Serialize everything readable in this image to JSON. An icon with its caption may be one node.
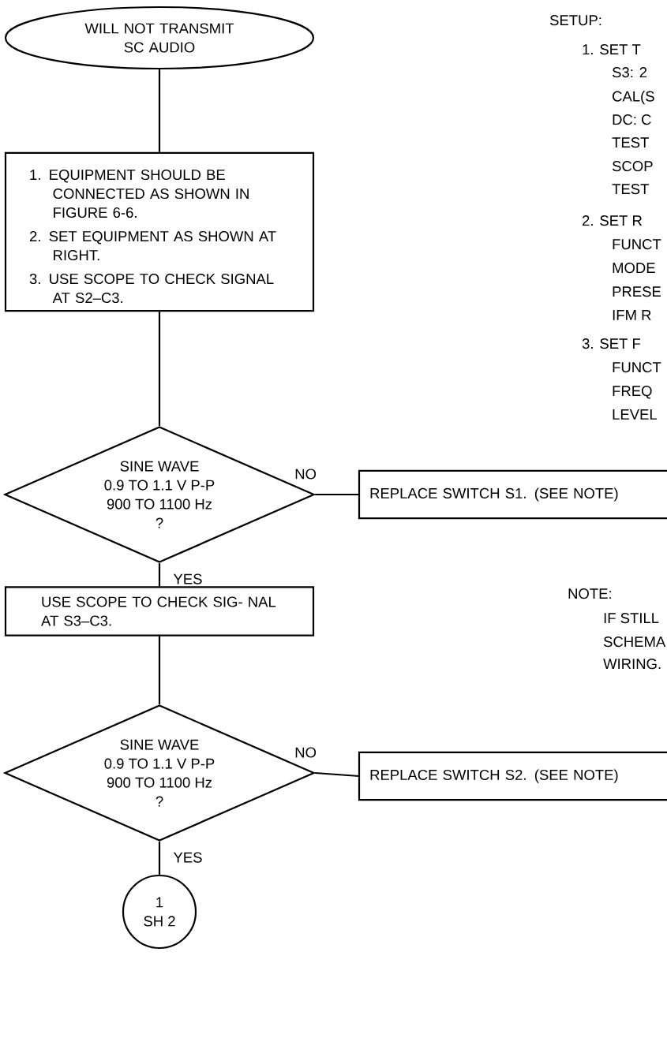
{
  "diagram": {
    "nodes": [
      {
        "text": [
          "WILL NOT TRANSMIT SC AUDIO"
        ]
      },
      {
        "text": [
          "1. EQUIPMENT SHOULD BE CONNECTED AS SHOWN IN FIGURE 6-6.",
          "2. SET EQUIPMENT AS SHOWN AT RIGHT.",
          "3. USE SCOPE TO CHECK SIGNAL AT S2–C3."
        ]
      },
      {
        "text": [
          "SINE WAVE",
          "0.9 TO 1.1 V P-P",
          "900 TO 1100 Hz",
          "?"
        ]
      },
      {
        "text": [
          "REPLACE SWITCH S1. (SEE NOTE)"
        ]
      },
      {
        "text": [
          "USE SCOPE TO CHECK SIG- NAL AT S3–C3."
        ]
      },
      {
        "text": [
          "SINE WAVE",
          "0.9 TO 1.1 V P-P",
          "900 TO 1100 Hz",
          "?"
        ]
      },
      {
        "text": [
          "REPLACE SWITCH S2. (SEE NOTE)"
        ]
      },
      {
        "text": [
          "1",
          "SH 2"
        ]
      }
    ],
    "edges": [
      {
        "from": 0,
        "to": 1,
        "arrow": "none"
      },
      {
        "from": 1,
        "to": 2,
        "arrow": "none"
      },
      {
        "from": 2,
        "to": 3,
        "arrow": "none",
        "label": "NO"
      },
      {
        "from": 2,
        "to": 4,
        "arrow": "none",
        "label": "YES"
      },
      {
        "from": 4,
        "to": 5,
        "arrow": "none"
      },
      {
        "from": 5,
        "to": 6,
        "arrow": "none",
        "label": "NO"
      },
      {
        "from": 5,
        "to": 7,
        "arrow": "none",
        "label": "YES"
      }
    ],
    "labels": [
      "SETUP:",
      "1. SET T",
      "S3: 2",
      "CAL(S",
      "DC: C",
      "TEST",
      "SCOP",
      "TEST",
      "2. SET R",
      "FUNCT",
      "MODE",
      "PRESE",
      "IFM R",
      "3. SET F",
      "FUNCT",
      "FREQ",
      "LEVEL",
      "NOTE:",
      "IF STILL",
      "SCHEMA",
      "WIRING."
    ]
  }
}
